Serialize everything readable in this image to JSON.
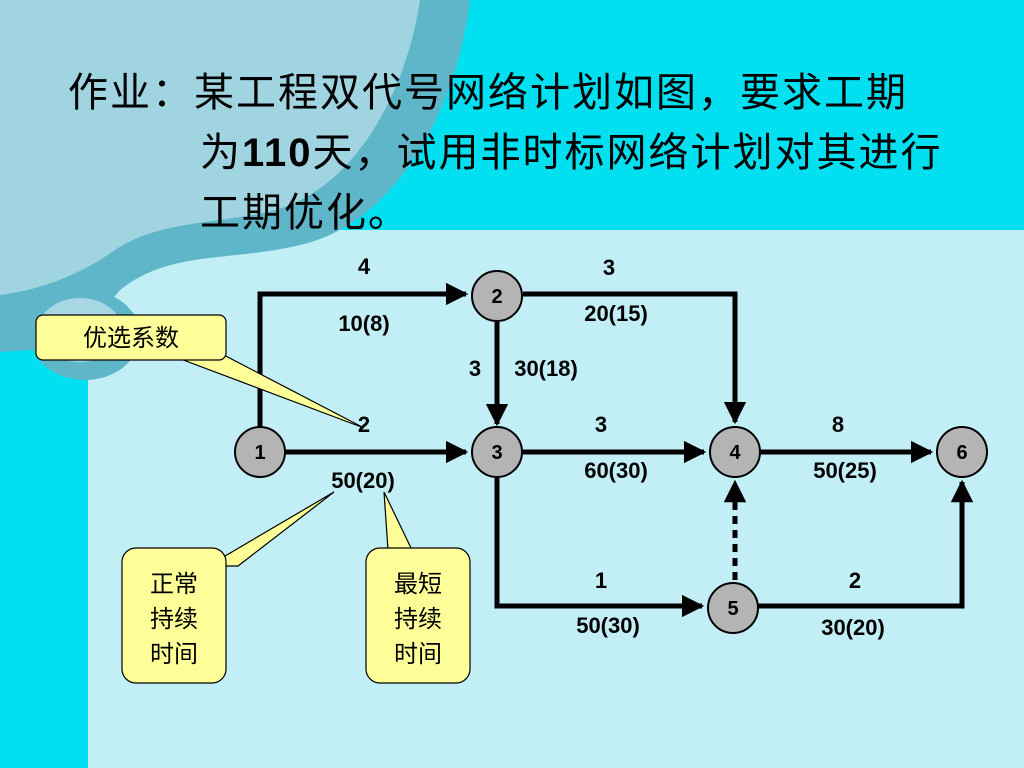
{
  "title": {
    "line1": "作业：某工程双代号网络计划如图，要求工期",
    "line2_pre": "为",
    "line2_num": "110",
    "line2_post": "天，试用非时标网络计划对其进行",
    "line3": "工期优化。"
  },
  "nodes": [
    "1",
    "2",
    "3",
    "4",
    "5",
    "6"
  ],
  "activities": [
    {
      "from": "1",
      "to": "2",
      "coef": "4",
      "durations": "10(8)"
    },
    {
      "from": "1",
      "to": "3",
      "coef": "2",
      "durations": "50(20)"
    },
    {
      "from": "2",
      "to": "3",
      "coef": "3",
      "durations": "30(18)"
    },
    {
      "from": "2",
      "to": "4",
      "coef": "3",
      "durations": "20(15)"
    },
    {
      "from": "3",
      "to": "4",
      "coef": "3",
      "durations": "60(30)"
    },
    {
      "from": "3",
      "to": "5",
      "coef": "1",
      "durations": "50(30)"
    },
    {
      "from": "4",
      "to": "6",
      "coef": "8",
      "durations": "50(25)"
    },
    {
      "from": "5",
      "to": "6",
      "coef": "2",
      "durations": "30(20)"
    }
  ],
  "dummy": {
    "from": "5",
    "to": "4"
  },
  "callouts": {
    "priority": "优选系数",
    "normal": [
      "正常",
      "持续",
      "时间"
    ],
    "shortest": [
      "最短",
      "持续",
      "时间"
    ]
  },
  "colors": {
    "background": "#c2eef6",
    "accent": "#00e0f0",
    "node_fill": "#b4b4b4",
    "callout_fill": "#ffff99"
  }
}
